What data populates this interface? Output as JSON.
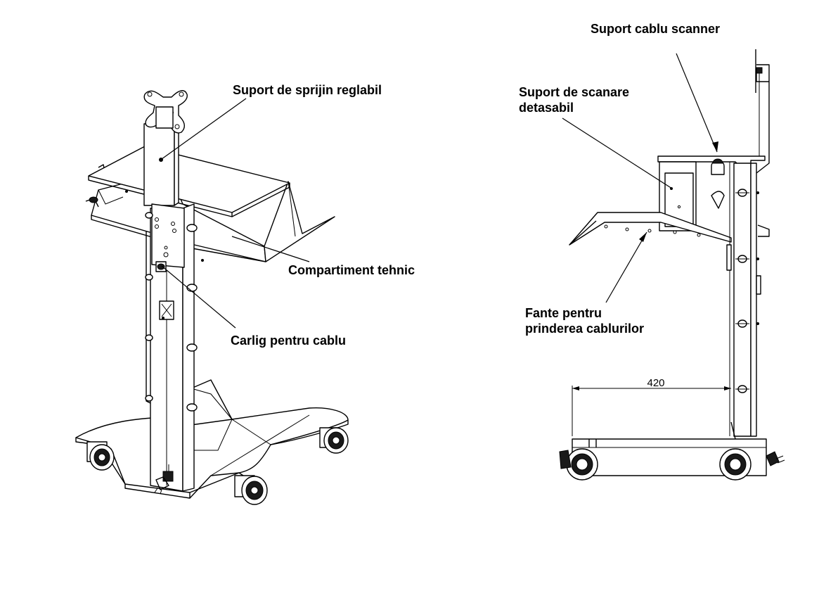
{
  "labels": {
    "support_adjustable": "Suport de sprijin reglabil",
    "technical_compartment": "Compartiment tehnic",
    "cable_hook": "Carlig pentru cablu",
    "scanner_cable_support": "Suport cablu scanner",
    "detachable_scan_support_line1": "Suport de scanare",
    "detachable_scan_support_line2": "detasabil",
    "cable_slots_line1": "Fante pentru",
    "cable_slots_line2": "prinderea cablurilor"
  },
  "dimension": {
    "value": "420"
  }
}
